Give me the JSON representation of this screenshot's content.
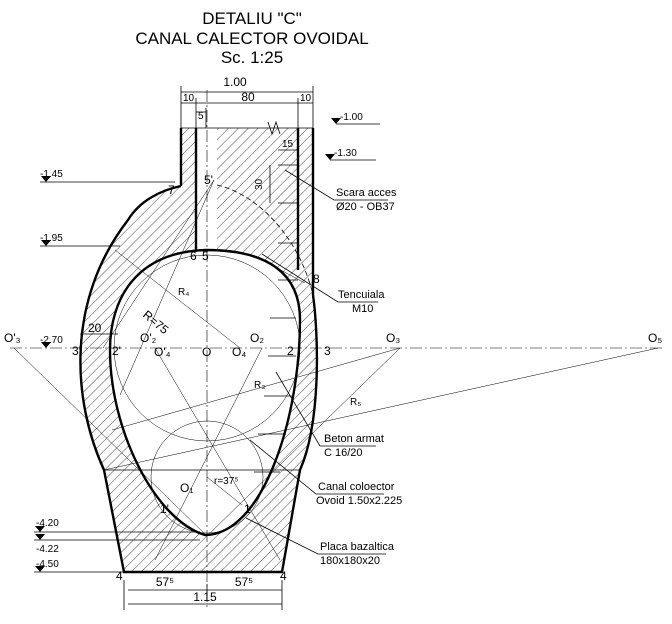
{
  "title": {
    "line1": "DETALIU \"C\"",
    "line2": "CANAL CALECTOR OVOIDAL",
    "line3": "Sc. 1:25"
  },
  "dimensions": {
    "top_total": "1.00",
    "top_left_wall": "10",
    "top_inner": "80",
    "top_right_wall": "10",
    "small_5": "5",
    "step_15": "15",
    "step_30": "30",
    "bottom_left": "57⁵",
    "bottom_right": "57⁵",
    "bottom_total": "1.15",
    "wall_20": "20"
  },
  "levels": [
    "-1.00",
    "-1.30",
    "-1.45",
    "-1.95",
    "-2.70",
    "-4.20",
    "-4.22",
    "-4.50"
  ],
  "points": {
    "p1": "1",
    "p1p": "1'",
    "p2": "2",
    "p2p": "2'",
    "p3": "3",
    "p3p": "3'",
    "p4a": "4",
    "p4b": "4",
    "p5": "5",
    "p5p": "5'",
    "p6": "6",
    "p7": "7",
    "p8": "8",
    "O": "O",
    "O1": "O₁",
    "O2": "O₂",
    "O2p": "O'₂",
    "O3": "O₃",
    "O3p": "O'₃",
    "O4": "O₄",
    "O4p": "O'₄",
    "O5": "O₅"
  },
  "radii": {
    "R75": "R=75",
    "R4": "R₄",
    "R3": "R₃",
    "R5": "R₅",
    "r375": "r=37⁵"
  },
  "callouts": {
    "scara_1": "Scara acces",
    "scara_2": "Ø20 - OB37",
    "tencuiala_1": "Tencuiala",
    "tencuiala_2": "M10",
    "beton_1": "Beton armat",
    "beton_2": "C 16/20",
    "canal_1": "Canal coloector",
    "canal_2": "Ovoid 1.50x2.225",
    "placa_1": "Placa bazaltica",
    "placa_2": "180x180x20"
  }
}
